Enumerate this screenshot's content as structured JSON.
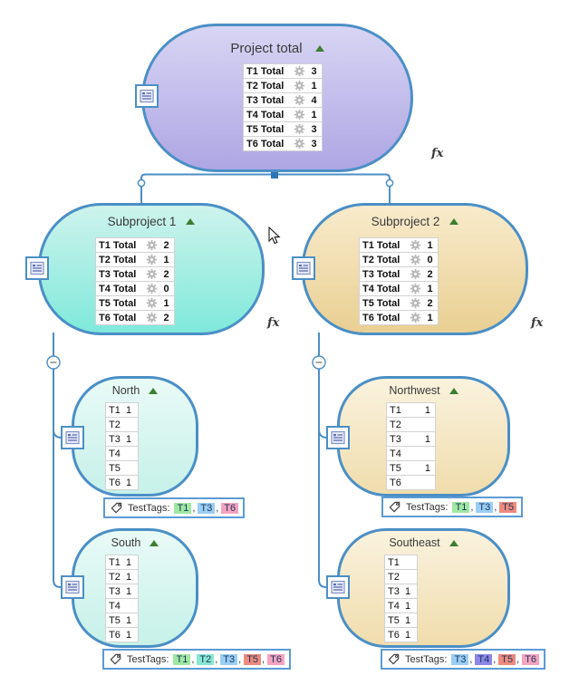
{
  "colors": {
    "node_border": "#4b8fc6",
    "connector": "#4b8fc6",
    "tag_box_border": "#5b9bd5",
    "collapse_triangle_green": "#3c7e2f",
    "junction_blue": "#2e75b6",
    "gear_gray": "#b9b9b9"
  },
  "nodes": {
    "project_total": {
      "title": "Project total",
      "fx": "fx",
      "fill_top": "#d8d5f4",
      "fill_bottom": "#aea6e3",
      "rows": [
        {
          "label": "T1 Total",
          "value": "3"
        },
        {
          "label": "T2 Total",
          "value": "1"
        },
        {
          "label": "T3 Total",
          "value": "4"
        },
        {
          "label": "T4 Total",
          "value": "1"
        },
        {
          "label": "T5 Total",
          "value": "3"
        },
        {
          "label": "T6 Total",
          "value": "3"
        }
      ]
    },
    "subproject_1": {
      "title": "Subproject 1",
      "fx": "fx",
      "fill_top": "#cef3ec",
      "fill_bottom": "#7fe9db",
      "rows": [
        {
          "label": "T1 Total",
          "value": "2"
        },
        {
          "label": "T2 Total",
          "value": "1"
        },
        {
          "label": "T3 Total",
          "value": "2"
        },
        {
          "label": "T4 Total",
          "value": "0"
        },
        {
          "label": "T5 Total",
          "value": "1"
        },
        {
          "label": "T6 Total",
          "value": "2"
        }
      ]
    },
    "subproject_2": {
      "title": "Subproject 2",
      "fx": "fx",
      "fill_top": "#f8ebcc",
      "fill_bottom": "#e9cf92",
      "rows": [
        {
          "label": "T1 Total",
          "value": "1"
        },
        {
          "label": "T2 Total",
          "value": "0"
        },
        {
          "label": "T3 Total",
          "value": "2"
        },
        {
          "label": "T4 Total",
          "value": "1"
        },
        {
          "label": "T5 Total",
          "value": "2"
        },
        {
          "label": "T6 Total",
          "value": "1"
        }
      ]
    },
    "north": {
      "title": "North",
      "fill_top": "#e9faf6",
      "fill_bottom": "#c6f1e9",
      "rows": [
        {
          "label": "T1",
          "value": "1"
        },
        {
          "label": "T2",
          "value": ""
        },
        {
          "label": "T3",
          "value": "1"
        },
        {
          "label": "T4",
          "value": ""
        },
        {
          "label": "T5",
          "value": ""
        },
        {
          "label": "T6",
          "value": "1"
        }
      ],
      "tags": {
        "prefix": "TestTags:",
        "items": [
          {
            "label": "T1",
            "color": "#9fe8a2"
          },
          {
            "label": "T3",
            "color": "#9acef5"
          },
          {
            "label": "T6",
            "color": "#f5a3bf"
          }
        ]
      }
    },
    "south": {
      "title": "South",
      "fill_top": "#e9faf6",
      "fill_bottom": "#c6f1e9",
      "rows": [
        {
          "label": "T1",
          "value": "1"
        },
        {
          "label": "T2",
          "value": "1"
        },
        {
          "label": "T3",
          "value": "1"
        },
        {
          "label": "T4",
          "value": ""
        },
        {
          "label": "T5",
          "value": "1"
        },
        {
          "label": "T6",
          "value": "1"
        }
      ],
      "tags": {
        "prefix": "TestTags:",
        "items": [
          {
            "label": "T1",
            "color": "#9fe8a2"
          },
          {
            "label": "T2",
            "color": "#87e7d0"
          },
          {
            "label": "T3",
            "color": "#9acef5"
          },
          {
            "label": "T5",
            "color": "#ef8a7e"
          },
          {
            "label": "T6",
            "color": "#f5a3bf"
          }
        ]
      }
    },
    "northwest": {
      "title": "Northwest",
      "fill_top": "#faf2de",
      "fill_bottom": "#f0ddad",
      "rows": [
        {
          "label": "T1",
          "value": "1"
        },
        {
          "label": "T2",
          "value": ""
        },
        {
          "label": "T3",
          "value": "1"
        },
        {
          "label": "T4",
          "value": ""
        },
        {
          "label": "T5",
          "value": "1"
        },
        {
          "label": "T6",
          "value": ""
        }
      ],
      "tags": {
        "prefix": "TestTags:",
        "items": [
          {
            "label": "T1",
            "color": "#9fe8a2"
          },
          {
            "label": "T3",
            "color": "#9acef5"
          },
          {
            "label": "T5",
            "color": "#ef8a7e"
          }
        ]
      }
    },
    "southeast": {
      "title": "Southeast",
      "fill_top": "#faf2de",
      "fill_bottom": "#f0ddad",
      "rows": [
        {
          "label": "T1",
          "value": ""
        },
        {
          "label": "T2",
          "value": ""
        },
        {
          "label": "T3",
          "value": "1"
        },
        {
          "label": "T4",
          "value": "1"
        },
        {
          "label": "T5",
          "value": "1"
        },
        {
          "label": "T6",
          "value": "1"
        }
      ],
      "tags": {
        "prefix": "TestTags:",
        "items": [
          {
            "label": "T3",
            "color": "#9acef5"
          },
          {
            "label": "T4",
            "color": "#8d85e8"
          },
          {
            "label": "T5",
            "color": "#ef8a7e"
          },
          {
            "label": "T6",
            "color": "#f5a3bf"
          }
        ]
      }
    }
  }
}
